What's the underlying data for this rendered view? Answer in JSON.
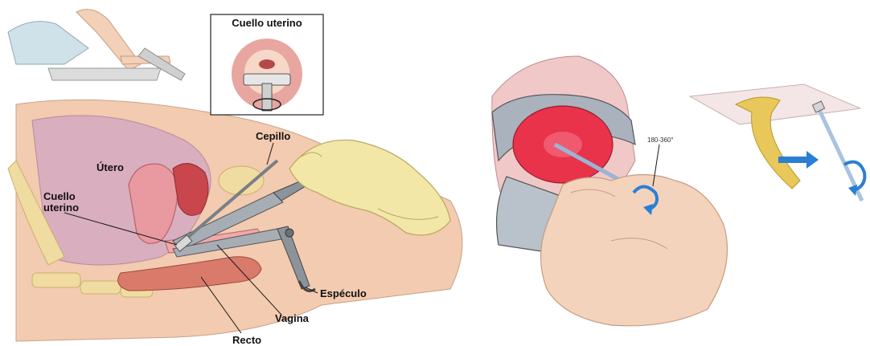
{
  "labels": {
    "inset_title": "Cuello uterino",
    "cepillo": "Cepillo",
    "utero": "Útero",
    "cuello_uterino_line1": "Cuello",
    "cuello_uterino_line2": "uterino",
    "especulo": "Espéculo",
    "vagina": "Vagina",
    "recto": "Recto",
    "rotation_angle": "180-360°"
  },
  "colors": {
    "skin": "#f2cbb0",
    "tissue_pink": "#e89aa0",
    "uterus_red": "#c9464c",
    "cervix_red": "#e8334a",
    "glove": "#f3e7a8",
    "metal": "#9aa0a8",
    "bone": "#f0dca0",
    "arrow_blue": "#2a7fd4",
    "paper": "#f4e6e6"
  }
}
